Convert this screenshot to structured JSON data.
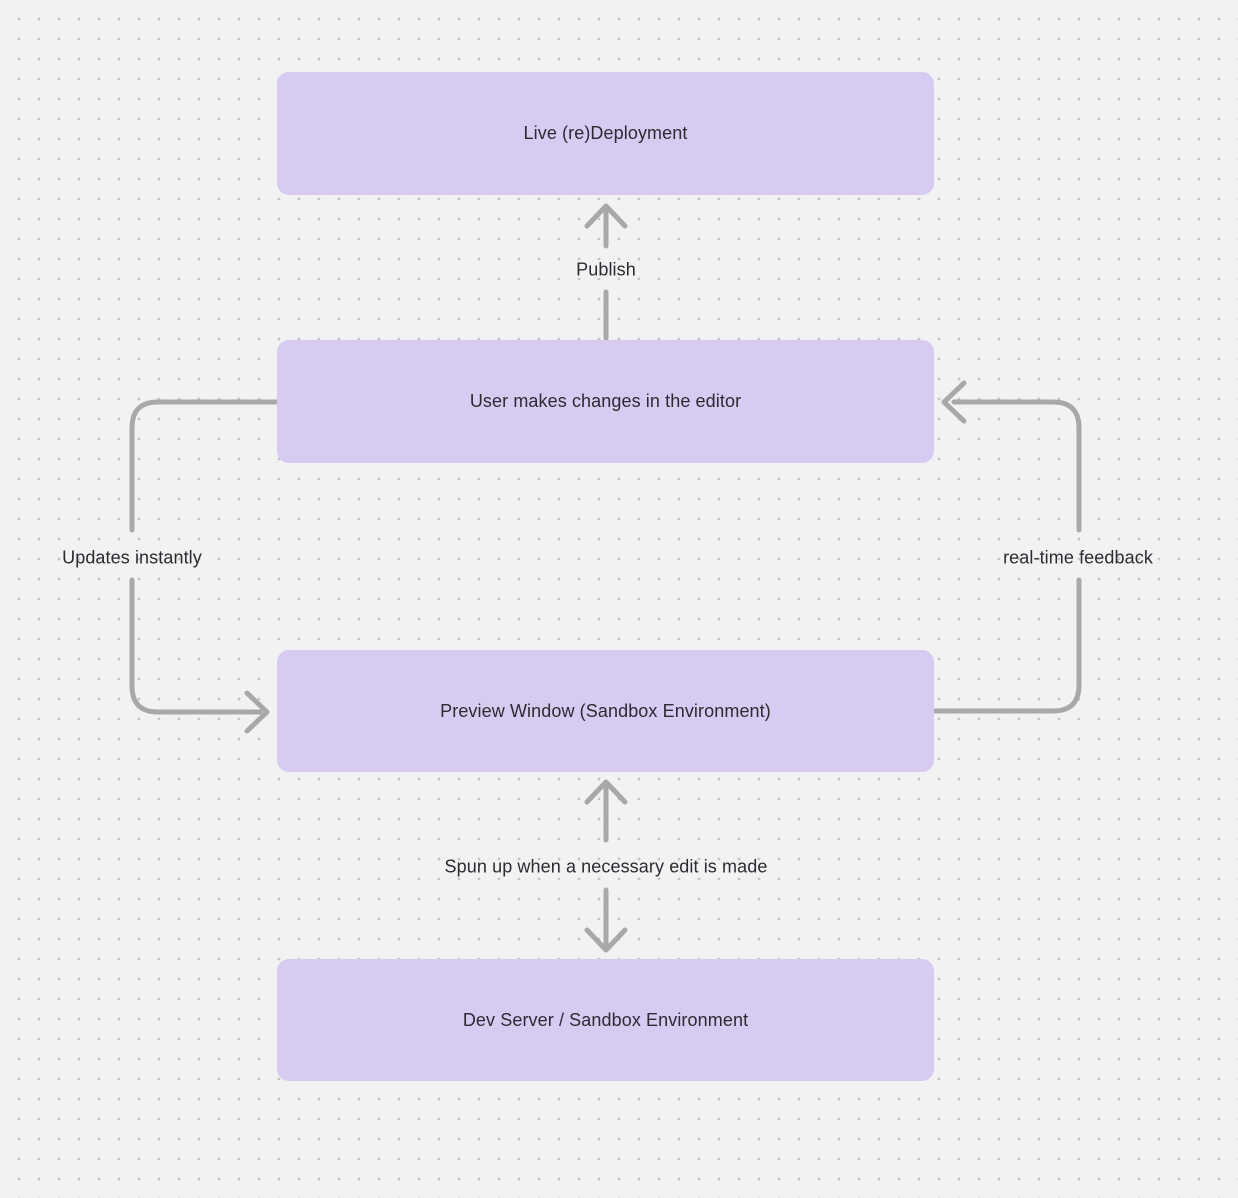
{
  "colors": {
    "background": "#f2f2f3",
    "dot": "#c3c3c6",
    "node_fill": "#d7cbf2",
    "node_text": "#2b2b31",
    "arrow": "#a8a8a8",
    "label_text": "#2b2b31"
  },
  "nodes": [
    {
      "id": "live-redeployment",
      "label": "Live (re)Deployment"
    },
    {
      "id": "user-editor",
      "label": "User makes changes in the editor"
    },
    {
      "id": "preview-window",
      "label": "Preview Window (Sandbox Environment)"
    },
    {
      "id": "dev-server",
      "label": "Dev Server / Sandbox Environment"
    }
  ],
  "edges": [
    {
      "id": "publish",
      "label": "Publish",
      "from": "user-editor",
      "to": "live-redeployment",
      "direction": "up"
    },
    {
      "id": "updates-instantly",
      "label": "Updates instantly",
      "from": "user-editor",
      "to": "preview-window",
      "direction": "down-left-loop"
    },
    {
      "id": "real-time-feedback",
      "label": "real-time feedback",
      "from": "preview-window",
      "to": "user-editor",
      "direction": "up-right-loop"
    },
    {
      "id": "spun-up",
      "label": "Spun up when a necessary edit is made",
      "from": "preview-window",
      "to": "dev-server",
      "direction": "bidirectional"
    }
  ]
}
